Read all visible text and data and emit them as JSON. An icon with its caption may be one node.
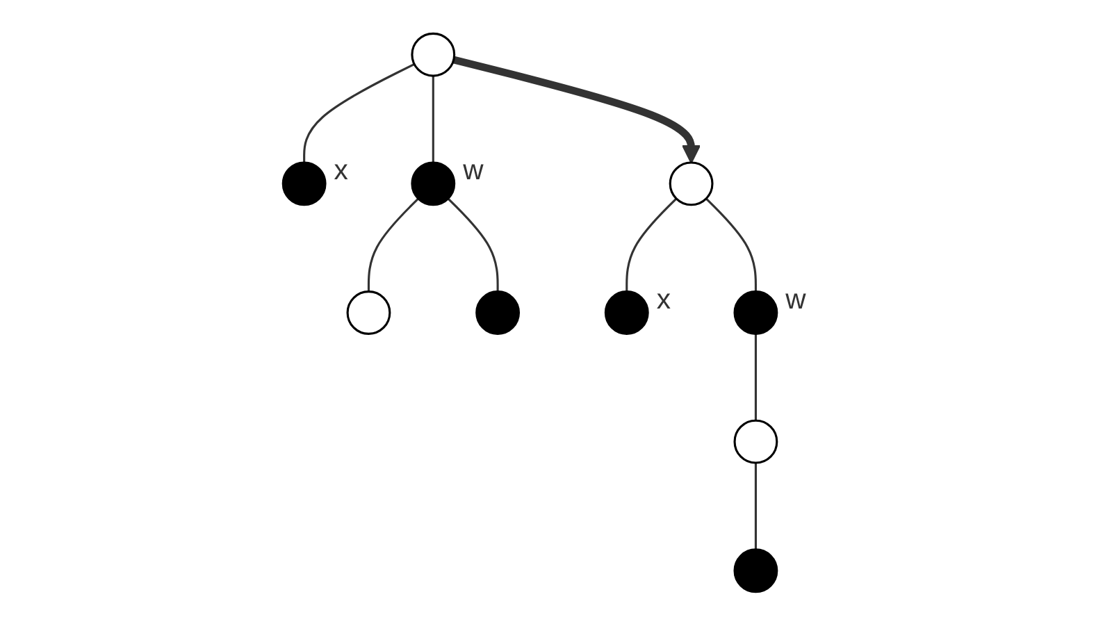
{
  "diagram": {
    "nodes": [
      {
        "text": [],
        "shape": "circle"
      },
      {
        "text": [],
        "shape": "circle",
        "beside": [
          "x"
        ]
      },
      {
        "text": [],
        "shape": "circle",
        "beside": [
          "w"
        ]
      },
      {
        "text": [],
        "shape": "circle"
      },
      {
        "text": [],
        "shape": "circle"
      },
      {
        "text": [],
        "shape": "circle"
      },
      {
        "text": [],
        "shape": "circle",
        "beside": [
          "x"
        ]
      },
      {
        "text": [],
        "shape": "circle",
        "beside": [
          "w"
        ]
      },
      {
        "text": [],
        "shape": "circle"
      },
      {
        "text": [],
        "shape": "circle"
      }
    ],
    "edges": [
      {
        "from": 0,
        "to": 1,
        "arrow": "none"
      },
      {
        "from": 0,
        "to": 2,
        "arrow": "none"
      },
      {
        "from": 2,
        "to": 3,
        "arrow": "none"
      },
      {
        "from": 2,
        "to": 4,
        "arrow": "none"
      },
      {
        "from": 0,
        "to": 5,
        "arrow": "to",
        "style": "thick"
      },
      {
        "from": 5,
        "to": 6,
        "arrow": "none"
      },
      {
        "from": 5,
        "to": 7,
        "arrow": "none"
      },
      {
        "from": 7,
        "to": 8,
        "arrow": "none"
      },
      {
        "from": 8,
        "to": 9,
        "arrow": "none"
      }
    ]
  }
}
